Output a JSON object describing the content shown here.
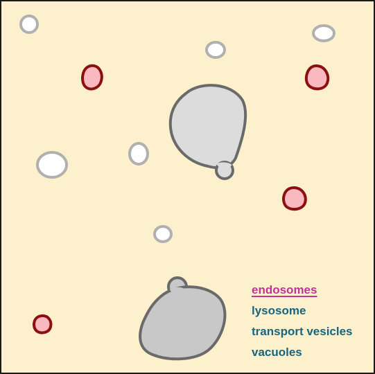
{
  "colors": {
    "background": "#fdf0cc",
    "border": "#1a1a1a",
    "vesicle_fill": "#ffffff",
    "vesicle_stroke": "#b0b0b0",
    "endosome_fill": "#f9b9be",
    "endosome_stroke": "#8b1010",
    "vacuole_fill": "#dcdcdc",
    "vacuole_stroke": "#6a6a6a",
    "vacuole_fill_dark": "#c8c8c8",
    "legend_active": "#c0349a",
    "legend_default": "#17657f"
  },
  "legend": {
    "items": [
      {
        "label": "endosomes",
        "selected": true
      },
      {
        "label": "lysosome",
        "selected": false
      },
      {
        "label": "transport vesicles",
        "selected": false
      },
      {
        "label": "vacuoles",
        "selected": false
      }
    ]
  }
}
